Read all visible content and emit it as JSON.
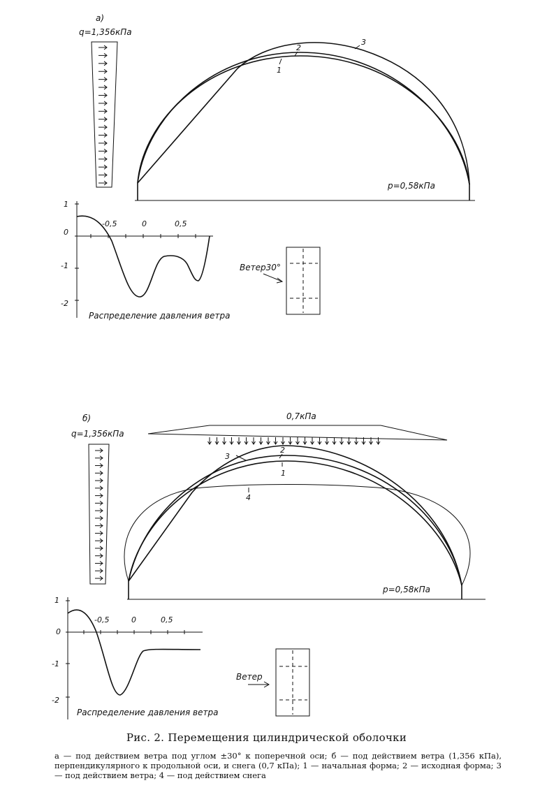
{
  "panel_a": {
    "letter": "а)",
    "wind_load": "q=1,356кПа",
    "pressure": "p=0,58кПа",
    "curve_labels": [
      "1",
      "2",
      "3"
    ],
    "graph_y_ticks": [
      "1",
      "0",
      "-1",
      "-2"
    ],
    "graph_x_ticks": [
      "-0,5",
      "0",
      "0,5"
    ],
    "graph_title": "Распределение давления ветра",
    "wind_direction": "Ветер30°"
  },
  "panel_b": {
    "letter": "б)",
    "wind_load": "q=1,356кПа",
    "snow_load": "0,7кПа",
    "pressure": "p=0,58кПа",
    "curve_labels": [
      "1",
      "2",
      "3",
      "4"
    ],
    "graph_y_ticks": [
      "1",
      "0",
      "-1",
      "-2"
    ],
    "graph_x_ticks": [
      "-0,5",
      "0",
      "0,5"
    ],
    "graph_title": "Распределение давления ветра",
    "wind_direction": "Ветер"
  },
  "caption": {
    "title": "Рис. 2. Перемещения цилиндрической оболочки",
    "text": "а — под действием ветра под углом ±30° к поперечной оси; б — под действием ветра (1,356 кПа), перпендикулярного к продольной оси, и снега (0,7 кПа); 1 — начальная форма; 2 — исходная форма; 3 — под действием ветра; 4 — под действием снега"
  }
}
